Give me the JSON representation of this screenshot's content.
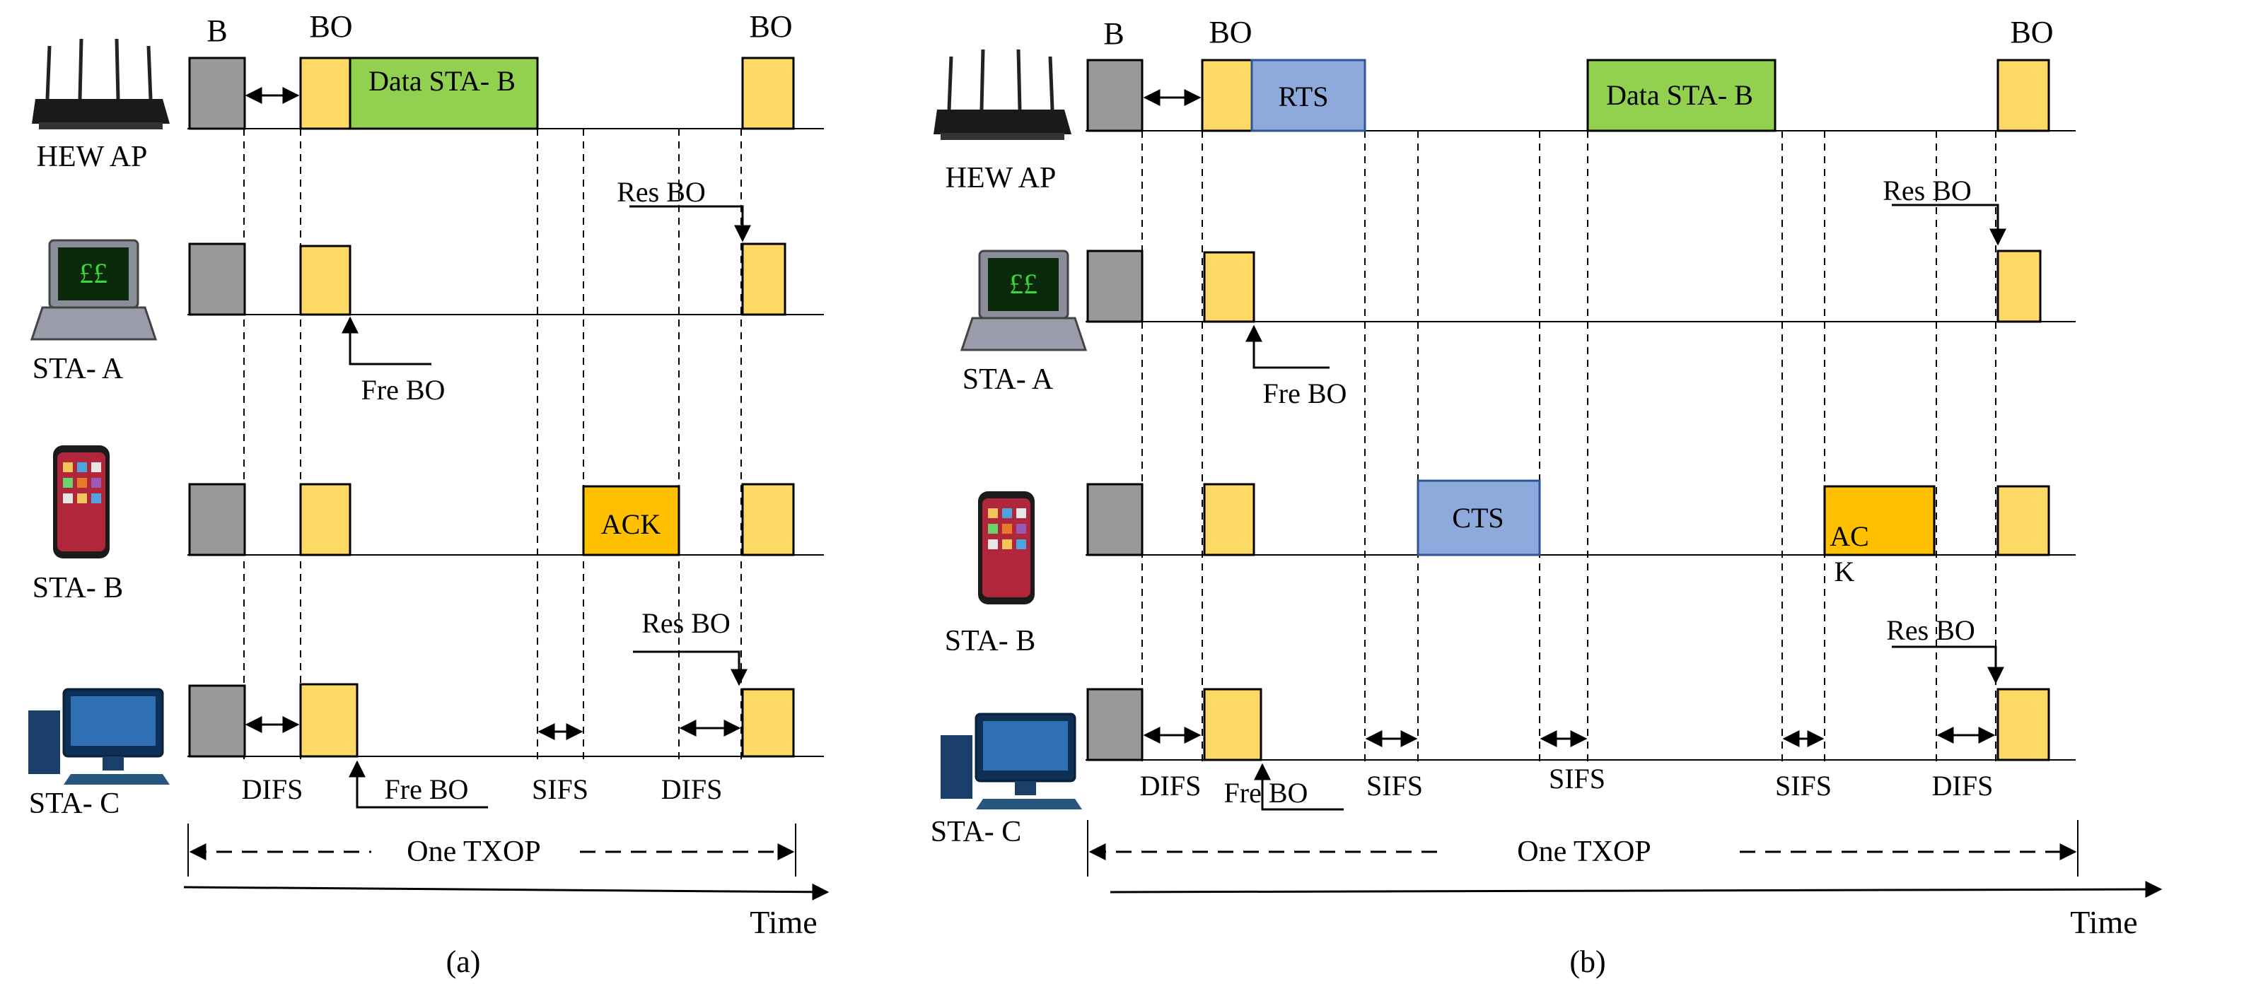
{
  "colors": {
    "gray_block": "#999999",
    "backoff_block": "#FFD966",
    "data_block": "#92D050",
    "control_block": "#8EA9DB",
    "ack_block": "#FFC000",
    "line": "#000000"
  },
  "icons": [
    "router-icon",
    "laptop-icon",
    "smartphone-icon",
    "desktop-computer-icon"
  ],
  "panel_a": {
    "caption": "(a)",
    "nodes": {
      "ap": "HEW AP",
      "sta_a": "STA- A",
      "sta_b": "STA- B",
      "sta_c": "STA- C"
    },
    "labels": {
      "b": "B",
      "bo_left": "BO",
      "bo_right": "BO",
      "data": "Data STA- B",
      "ack": "ACK",
      "res_bo_a": "Res BO",
      "res_bo_c": "Res BO",
      "fre_bo_a": "Fre BO",
      "fre_bo_c": "Fre BO",
      "difs_1": "DIFS",
      "sifs": "SIFS",
      "difs_2": "DIFS",
      "txop": "One TXOP",
      "time": "Time"
    }
  },
  "panel_b": {
    "caption": "(b)",
    "nodes": {
      "ap": "HEW AP",
      "sta_a": "STA- A",
      "sta_b": "STA- B",
      "sta_c": "STA- C"
    },
    "labels": {
      "b": "B",
      "bo_left": "BO",
      "bo_right": "BO",
      "rts": "RTS",
      "cts": "CTS",
      "data": "Data STA- B",
      "ack_line1": "AC",
      "ack_line2": "K",
      "res_bo_a": "Res BO",
      "res_bo_c": "Res BO",
      "fre_bo_a": "Fre BO",
      "fre_bo_c": "Fre BO",
      "difs_1": "DIFS",
      "sifs_1": "SIFS",
      "sifs_2": "SIFS",
      "sifs_3": "SIFS",
      "difs_2": "DIFS",
      "txop": "One TXOP",
      "time": "Time"
    }
  }
}
